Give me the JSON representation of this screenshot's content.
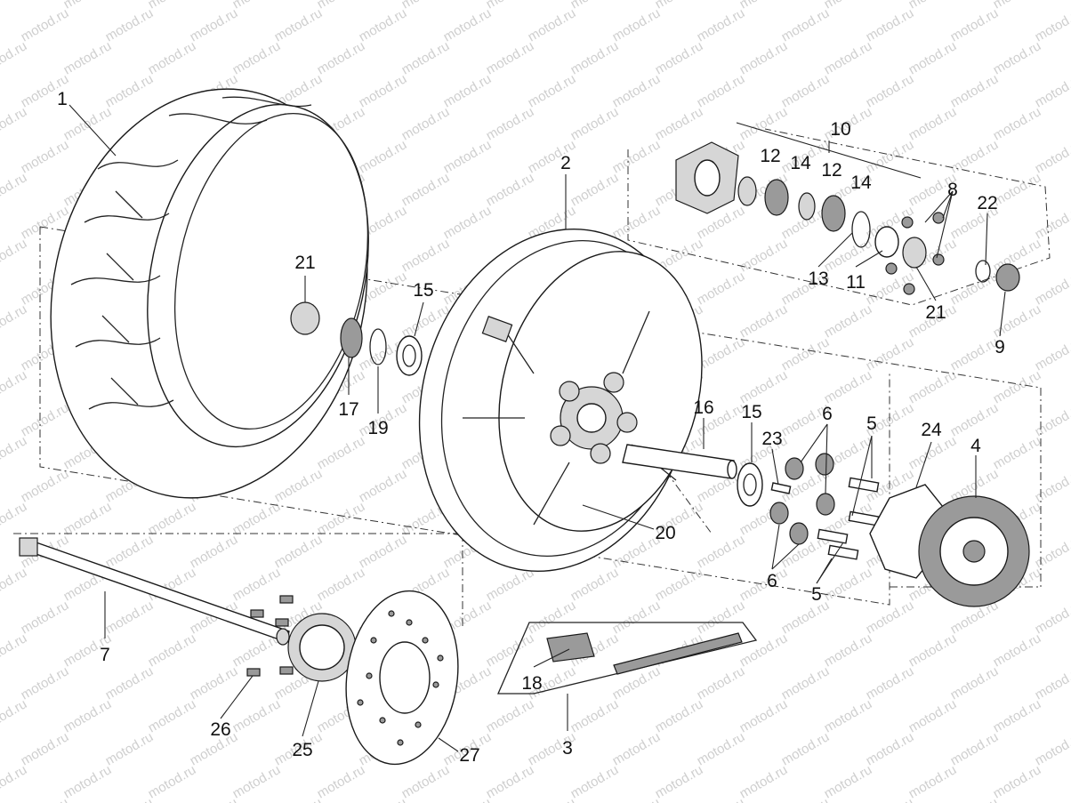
{
  "watermark": "motod.ru",
  "callouts": [
    {
      "id": "callout-1",
      "text": "1"
    },
    {
      "id": "callout-2",
      "text": "2"
    },
    {
      "id": "callout-3",
      "text": "3"
    },
    {
      "id": "callout-4",
      "text": "4"
    },
    {
      "id": "callout-5a",
      "text": "5"
    },
    {
      "id": "callout-5b",
      "text": "5"
    },
    {
      "id": "callout-6a",
      "text": "6"
    },
    {
      "id": "callout-6b",
      "text": "6"
    },
    {
      "id": "callout-6c",
      "text": "6"
    },
    {
      "id": "callout-7",
      "text": "7"
    },
    {
      "id": "callout-8",
      "text": "8"
    },
    {
      "id": "callout-9",
      "text": "9"
    },
    {
      "id": "callout-10",
      "text": "10"
    },
    {
      "id": "callout-11",
      "text": "11"
    },
    {
      "id": "callout-12a",
      "text": "12"
    },
    {
      "id": "callout-12b",
      "text": "12"
    },
    {
      "id": "callout-13",
      "text": "13"
    },
    {
      "id": "callout-14a",
      "text": "14"
    },
    {
      "id": "callout-14b",
      "text": "14"
    },
    {
      "id": "callout-15a",
      "text": "15"
    },
    {
      "id": "callout-15b",
      "text": "15"
    },
    {
      "id": "callout-16",
      "text": "16"
    },
    {
      "id": "callout-17",
      "text": "17"
    },
    {
      "id": "callout-18",
      "text": "18"
    },
    {
      "id": "callout-19",
      "text": "19"
    },
    {
      "id": "callout-20",
      "text": "20"
    },
    {
      "id": "callout-21a",
      "text": "21"
    },
    {
      "id": "callout-21b",
      "text": "21"
    },
    {
      "id": "callout-22",
      "text": "22"
    },
    {
      "id": "callout-23",
      "text": "23"
    },
    {
      "id": "callout-24",
      "text": "24"
    },
    {
      "id": "callout-25",
      "text": "25"
    },
    {
      "id": "callout-26",
      "text": "26"
    },
    {
      "id": "callout-27",
      "text": "27"
    }
  ]
}
